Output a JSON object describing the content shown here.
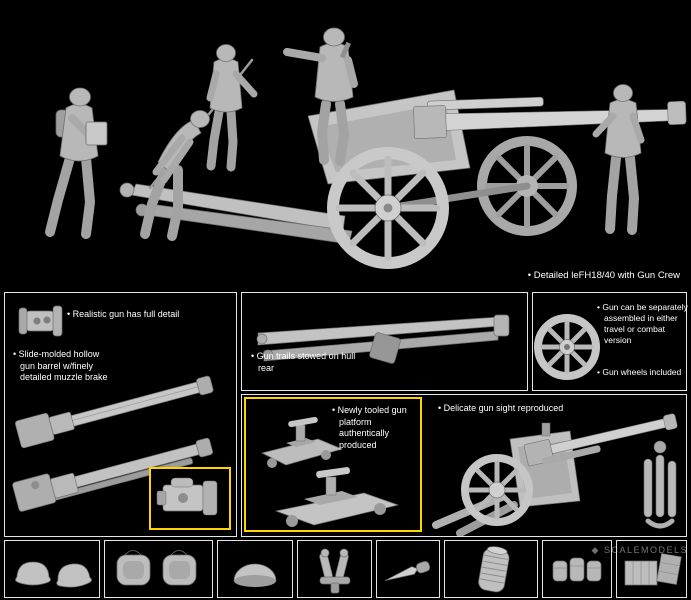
{
  "hero": {
    "caption": "• Detailed leFH18/40 with Gun Crew"
  },
  "panels": {
    "barrel": {
      "full_detail": "• Realistic gun has full detail",
      "slide_molded": "• Slide-molded hollow gun barrel w/finely detailed muzzle brake"
    },
    "trails": {
      "caption": "• Gun trails stowed on hull rear"
    },
    "wheels": {
      "assembly": "• Gun can be separately assembled in either travel or combat version",
      "included": "• Gun wheels included"
    },
    "platform": {
      "caption": "• Newly tooled gun platform authentically produced"
    },
    "sight": {
      "caption": "• Delicate gun sight reproduced"
    }
  },
  "watermark": {
    "logo": "◆",
    "text": "SCALEMODELS"
  },
  "colors": {
    "background": "#000000",
    "panel_border": "#e6e6e6",
    "accent_yellow": "#ffd400",
    "caption_text": "#ffffff",
    "render_gray": "#bdbdbd"
  }
}
